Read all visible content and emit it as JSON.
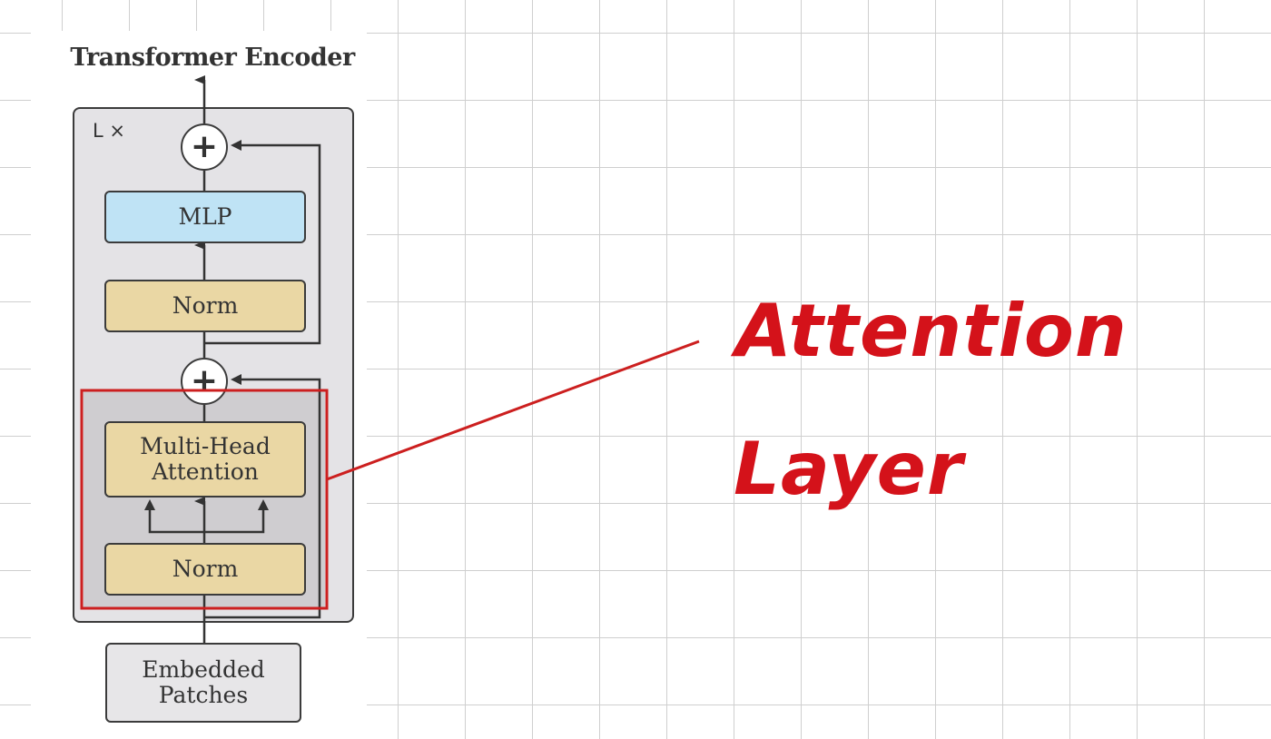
{
  "diagram": {
    "title": "Transformer Encoder",
    "repeat_label": "L ×",
    "blocks": {
      "mlp": "MLP",
      "norm_top": "Norm",
      "mha_line1": "Multi-Head",
      "mha_line2": "Attention",
      "norm_bottom": "Norm",
      "embed_line1": "Embedded",
      "embed_line2": "Patches"
    },
    "add_symbol": "+"
  },
  "annotation": {
    "line1": "Attention",
    "line2": "Layer",
    "color": "#d4121a"
  },
  "colors": {
    "mlp_fill": "#bfe3f5",
    "norm_fill": "#ead7a4",
    "encoder_fill": "#e4e3e6",
    "highlight": "#cc1f1f"
  }
}
